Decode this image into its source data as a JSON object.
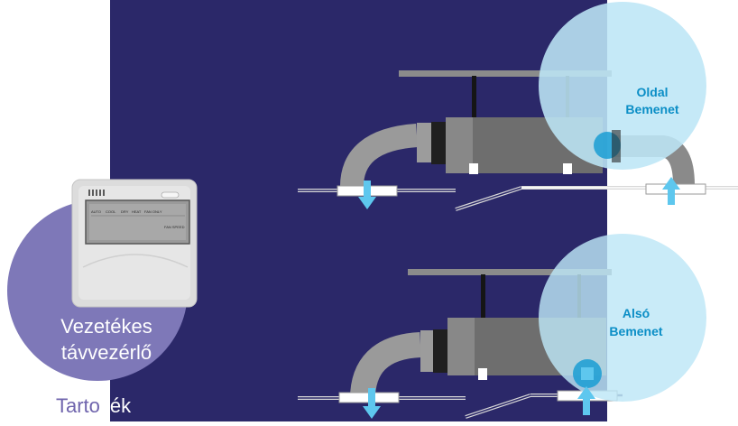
{
  "top_bubble": {
    "line1": "Oldal",
    "line2": "Bemenet"
  },
  "bottom_bubble": {
    "line1": "Alsó",
    "line2": "Bemenet"
  },
  "controller_circle": {
    "line1": "Vezetékes",
    "line2": "távvezérlő"
  },
  "caption": {
    "prefix": "Tarto",
    "suffix": "zék"
  },
  "remote_display": {
    "modes": [
      "AUTO",
      "COOL",
      "DRY",
      "HEAT",
      "FAN ONLY"
    ],
    "fan": "FAN SPEED"
  },
  "colors": {
    "panel": "#2b2869",
    "bubble": "#bde6f6",
    "bubble_text": "#0b8ec6",
    "controller_circle": "#7e78b8",
    "caption": "#6f64ad",
    "arrow": "#5ec7ee"
  },
  "icons": [
    "down-arrow-icon",
    "up-arrow-icon"
  ]
}
